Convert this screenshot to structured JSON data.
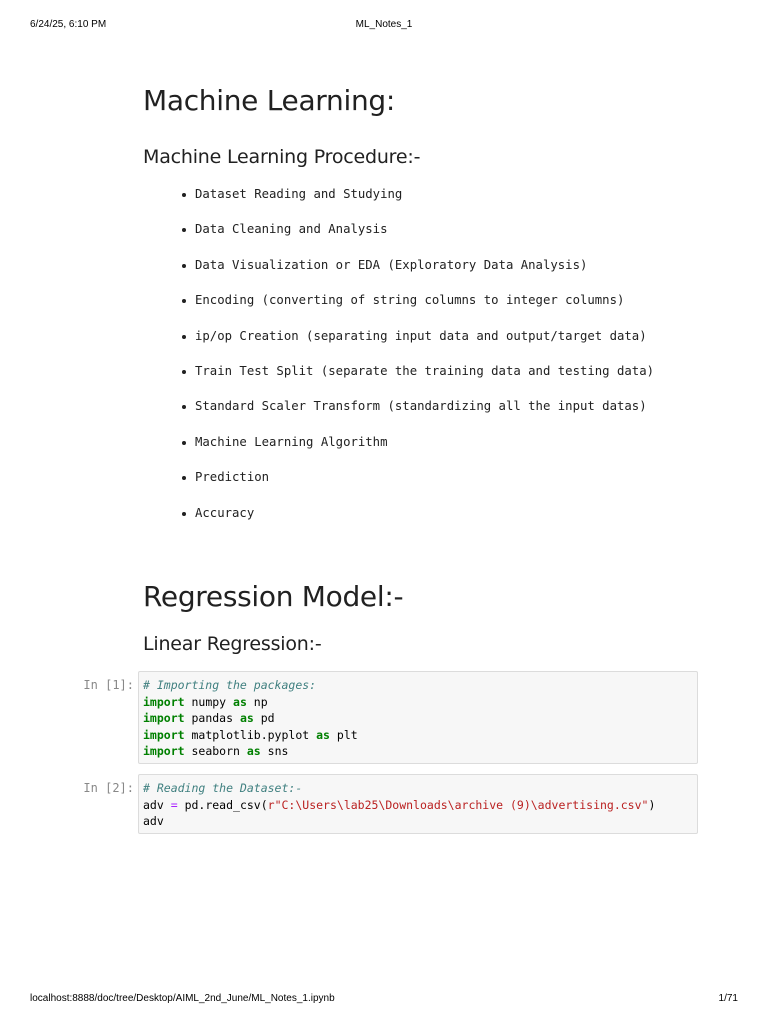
{
  "print_header": {
    "date": "6/24/25, 6:10 PM",
    "doc_title": "ML_Notes_1"
  },
  "print_footer": {
    "url": "localhost:8888/doc/tree/Desktop/AIML_2nd_June/ML_Notes_1.ipynb",
    "page": "1/71"
  },
  "notebook": {
    "heading_ml": "Machine Learning:",
    "heading_procedure": "Machine Learning Procedure:-",
    "procedure_steps": [
      "Dataset Reading and Studying",
      "Data Cleaning and Analysis",
      "Data Visualization or EDA (Exploratory Data Analysis)",
      "Encoding (converting of string columns to integer columns)",
      "ip/op Creation (separating input data and output/target data)",
      "Train Test Split (separate the training data and testing data)",
      "Standard Scaler Transform (standardizing all the input datas)",
      "Machine Learning Algorithm",
      "Prediction",
      "Accuracy"
    ],
    "heading_regression": "Regression Model:-",
    "heading_linear": "Linear Regression:-",
    "cells": [
      {
        "prompt": "In [1]:",
        "code": {
          "comment": "# Importing the packages:",
          "l2": {
            "kw1": "import",
            "mod": " numpy ",
            "kw2": "as",
            "alias": " np"
          },
          "l3": {
            "kw1": "import",
            "mod": " pandas ",
            "kw2": "as",
            "alias": " pd"
          },
          "l4": {
            "kw1": "import",
            "mod": " matplotlib.pyplot ",
            "kw2": "as",
            "alias": " plt"
          },
          "l5": {
            "kw1": "import",
            "mod": " seaborn ",
            "kw2": "as",
            "alias": " sns"
          }
        }
      },
      {
        "prompt": "In [2]:",
        "code": {
          "comment": "# Reading the Dataset:-",
          "l2": {
            "var": "adv ",
            "op": "=",
            "call": " pd.read_csv(",
            "str": "r\"C:\\Users\\lab25\\Downloads\\archive (9)\\advertising.csv\"",
            "close": ")"
          },
          "l3": "adv"
        }
      }
    ]
  }
}
